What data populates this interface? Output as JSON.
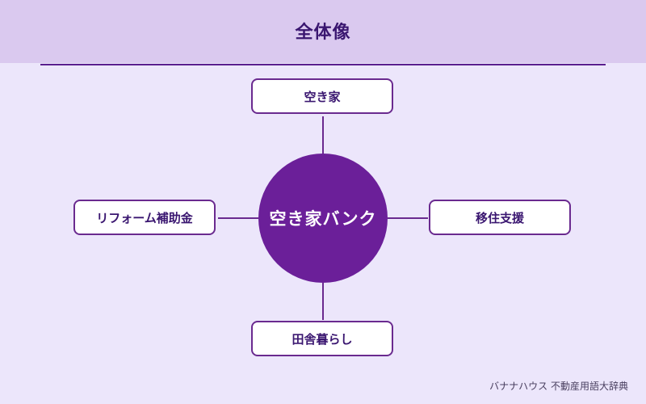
{
  "header": {
    "title": "全体像"
  },
  "diagram": {
    "center": "空き家バンク",
    "top": "空き家",
    "left": "リフォーム補助金",
    "right": "移住支援",
    "bottom": "田舎暮らし"
  },
  "footer": {
    "credit": "バナナハウス 不動産用語大辞典"
  },
  "colors": {
    "header_bg": "#dac9ef",
    "page_bg": "#ece6fb",
    "accent": "#6b1f99",
    "box_border": "#6a2a8f"
  }
}
